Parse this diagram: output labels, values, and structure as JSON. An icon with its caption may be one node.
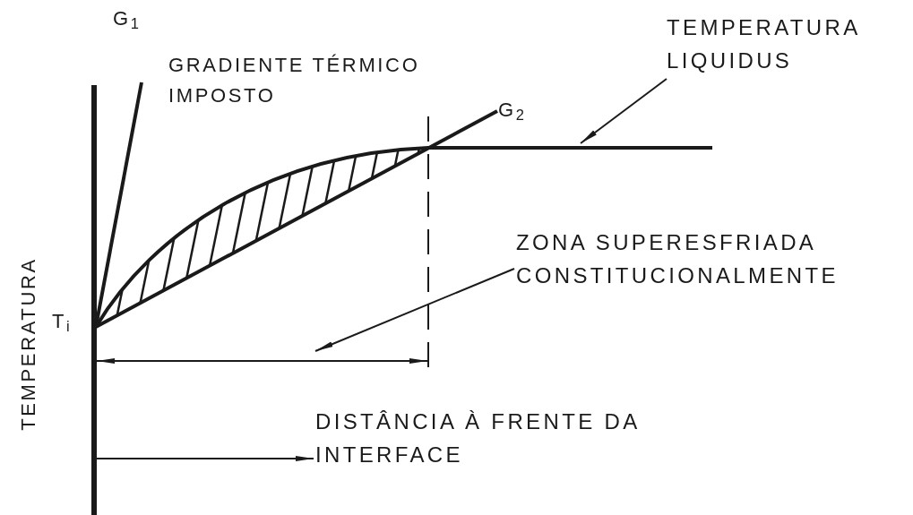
{
  "diagram": {
    "nodes": [
      {
        "text": [
          "TEMPERATURA LIQUIDUS"
        ]
      },
      {
        "text": [
          "ZONA SUPERESFRIADA CONSTITUCIONALMENTE"
        ]
      },
      {
        "text": [
          "DISTÂNCIA À FRENTE DA INTERFACE"
        ]
      }
    ],
    "edges": [
      {
        "from": 0,
        "to": null,
        "arrow": "to"
      },
      {
        "from": 1,
        "to": null,
        "arrow": "to"
      },
      {
        "from": null,
        "to": 2,
        "arrow": "to"
      }
    ],
    "labels": [
      "G$_{1}$",
      "GRADIENTE TÉRMICO IMPOSTO",
      "G$_{2}$",
      "TEMPERATURA",
      "T$_{i}$"
    ]
  }
}
